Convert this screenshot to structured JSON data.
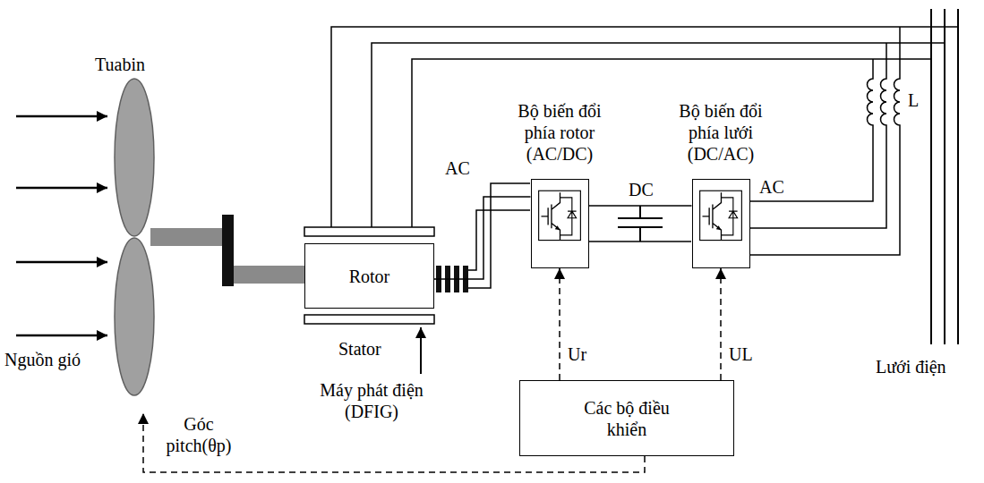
{
  "diagram": {
    "nodes": [
      {
        "text": [
          "Rotor"
        ]
      },
      {
        "text": [
          "Bộ biến đổi phía rotor (AC/DC)"
        ]
      },
      {
        "text": [
          "Bộ biến đổi phía lưới (DC/AC)"
        ]
      },
      {
        "text": [
          "Các bộ điều khiển"
        ]
      }
    ],
    "edges": [
      {
        "from": 0,
        "to": 1,
        "arrow": "none",
        "label": "AC"
      },
      {
        "from": 1,
        "to": 2,
        "arrow": "none",
        "label": "DC"
      },
      {
        "from": 3,
        "to": 1,
        "arrow": "to",
        "label": "Ur"
      },
      {
        "from": 3,
        "to": 2,
        "arrow": "to",
        "label": "UL"
      }
    ],
    "labels": [
      "Tuabin",
      "Nguồn gió",
      "Stator",
      "Máy phát điện (DFIG)",
      "AC",
      "L",
      "Lưới điện",
      "Góc pitch(θp)"
    ]
  }
}
